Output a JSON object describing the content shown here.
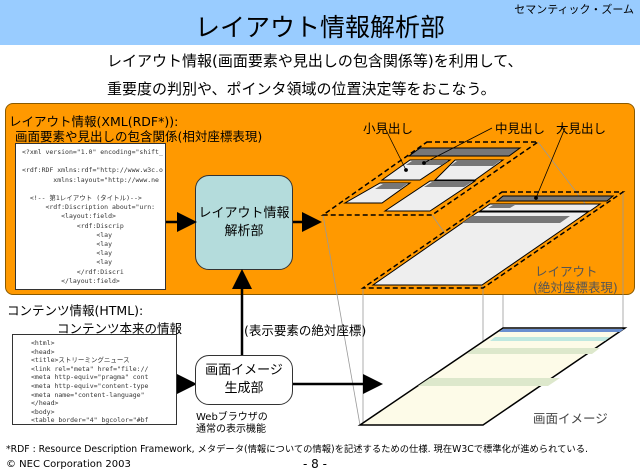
{
  "header": {
    "title": "レイアウト情報解析部",
    "topic": "セマンティック・ズーム"
  },
  "lead": [
    "レイアウト情報(画面要素や見出しの包含関係等)を利用して、",
    "重要度の判別や、ポインタ領域の位置決定等をおこなう。"
  ],
  "layout_info": {
    "label1": "レイアウト情報(XML(RDF*)):",
    "label2": "画面要素や見出しの包含関係(相対座標表現)",
    "code": [
      "<?xml version=\"1.0\" encoding=\"shift_",
      "",
      "<rdf:RDF xmlns:rdf=\"http://www.w3c.o",
      "        xmlns:layout=\"http://www.ne",
      "",
      "  <!-- 第1レイアウト (タイトル)-->",
      "      <rdf:Discription about=\"urn:",
      "          <layout:field>",
      "              <rdf:Discrip",
      "                   <lay",
      "                   <lay",
      "                   <lay",
      "                   <lay",
      "              </rdf:Discri",
      "          </layout:field>"
    ]
  },
  "analyzer": {
    "line1": "レイアウト情報",
    "line2": "解析部"
  },
  "headings": {
    "small": "小見出し",
    "medium": "中見出し",
    "large": "大見出し"
  },
  "layout_label": {
    "line1": "レイアウト",
    "line2": "(絶対座標表現)"
  },
  "content_info": {
    "label1": "コンテンツ情報(HTML):",
    "label2": "コンテンツ本来の情報",
    "code": [
      "<html>",
      "<head>",
      "<title>ストリーミングニュース",
      "<link rel=\"meta\" href=\"file://",
      "<meta http-equiv=\"pragma\" cont",
      "<meta http-equiv=\"content-type",
      "<meta name=\"content-language\"",
      "</head>",
      "<body>",
      "<table border=\"4\" bgcolor=\"#bf"
    ]
  },
  "generator": {
    "line1": "画面イメージ",
    "line2": "生成部",
    "note1": "Webブラウザの",
    "note2": "通常の表示機能"
  },
  "coord_label": "(表示要素の絶対座標)",
  "screen_label": "画面イメージ",
  "footnote": "*RDF : Resource Description Framework, メタデータ(情報についての情報)を記述するための仕様. 現在W3Cで標準化が進められている.",
  "copyright": "© NEC Corporation 2003",
  "page": "- 8 -"
}
